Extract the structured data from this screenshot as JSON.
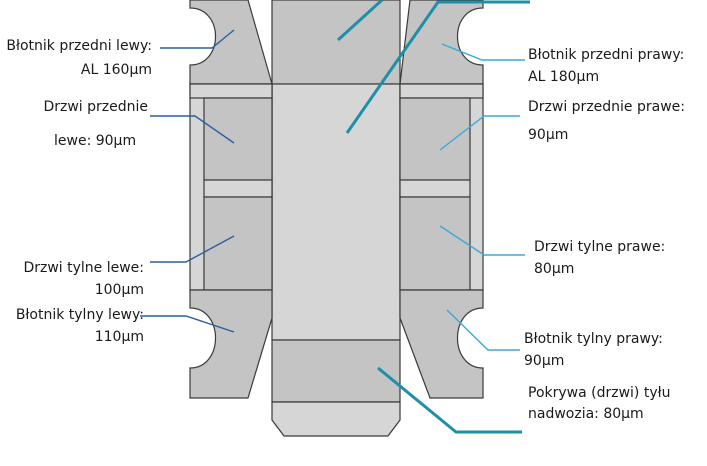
{
  "colors": {
    "panel_fill": "#c4c4c4",
    "panel_stroke": "#3a3a3a",
    "roof_fill": "#d6d6d6",
    "leader_dark": "#2a5f9e",
    "leader_light": "#3aaad6",
    "leader_teal": "#1f8fa8"
  },
  "labels": {
    "front_left_fender": {
      "line1": "Błotnik przedni lewy:",
      "line2": "AL 160µm"
    },
    "front_right_fender": {
      "line1": "Błotnik przedni prawy:",
      "line2": "AL 180µm"
    },
    "front_left_door": {
      "line1": "Drzwi przednie",
      "line2": "lewe: 90µm"
    },
    "front_right_door": {
      "line1": "Drzwi przednie prawe:",
      "line2": "90µm"
    },
    "rear_left_door": {
      "line1": "Drzwi tylne lewe:",
      "line2": "100µm"
    },
    "rear_right_door": {
      "line1": "Drzwi tylne prawe:",
      "line2": "80µm"
    },
    "rear_left_fender": {
      "line1": "Błotnik tylny lewy:",
      "line2": "110µm"
    },
    "rear_right_fender": {
      "line1": "Błotnik tylny prawy:",
      "line2": "90µm"
    },
    "trunk_lid": {
      "line1": "Pokrywa (drzwi) tyłu",
      "line2": "nadwozia: 80µm"
    }
  }
}
